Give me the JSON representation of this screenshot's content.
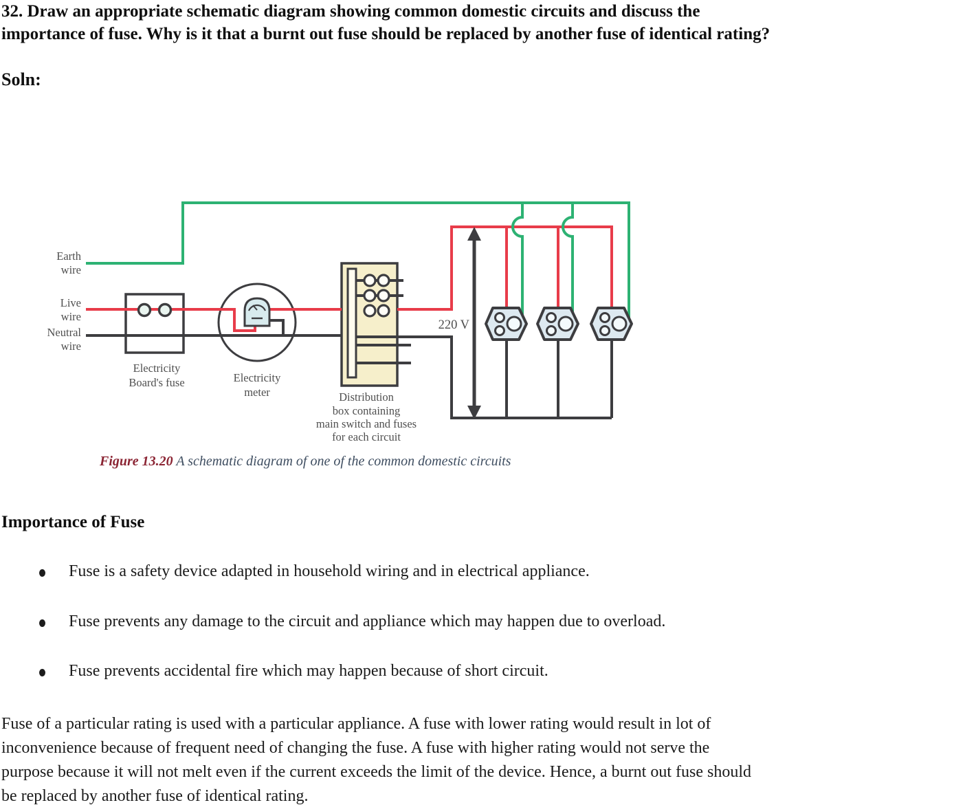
{
  "question": {
    "lines": [
      "32. Draw an appropriate schematic diagram showing common domestic circuits and discuss the",
      "importance of fuse. Why is it that a burnt out fuse should be replaced by another fuse of identical rating?"
    ]
  },
  "soln_label": "Soln:",
  "diagram": {
    "voltage_label": "220 V",
    "labels": {
      "earth": [
        "Earth",
        "wire"
      ],
      "live": [
        "Live",
        "wire"
      ],
      "neutral": [
        "Neutral",
        "wire"
      ],
      "board_fuse": [
        "Electricity",
        "Board's fuse"
      ],
      "meter": [
        "Electricity",
        "meter"
      ],
      "distribution": [
        "Distribution",
        "box containing",
        "main switch and fuses",
        "for each circuit"
      ]
    },
    "colors": {
      "earth_wire": "#2db273",
      "live_wire": "#e83c4a",
      "neutral_wire": "#3d3d40",
      "distribution_box_fill": "#f6efcb",
      "switch_bar_fill": "#fffcef",
      "socket_fill": "#dde9f0",
      "meter_fill": "#d8ebee",
      "fuse_terminal_fill": "#eaf5f0",
      "label_text": "#4f4f4f"
    }
  },
  "caption": {
    "figure_label": "Figure 13.20",
    "text": " A schematic diagram of one of the common domestic circuits"
  },
  "importance": {
    "heading": "Importance of Fuse",
    "bullets": [
      "Fuse is a safety device adapted in household wiring and in electrical appliance.",
      "Fuse prevents any damage to the circuit and appliance which may happen due to overload.",
      "Fuse prevents accidental fire which may happen because of short circuit."
    ]
  },
  "conclusion": {
    "lines": [
      "Fuse of a particular rating is used with a particular appliance. A fuse with lower rating would result in lot of",
      "inconvenience because of frequent need of changing the fuse. A fuse with higher rating would not serve the",
      "purpose because it will not melt even if the current exceeds the limit of the device. Hence, a burnt out fuse should",
      "be replaced by another fuse of identical rating."
    ]
  }
}
